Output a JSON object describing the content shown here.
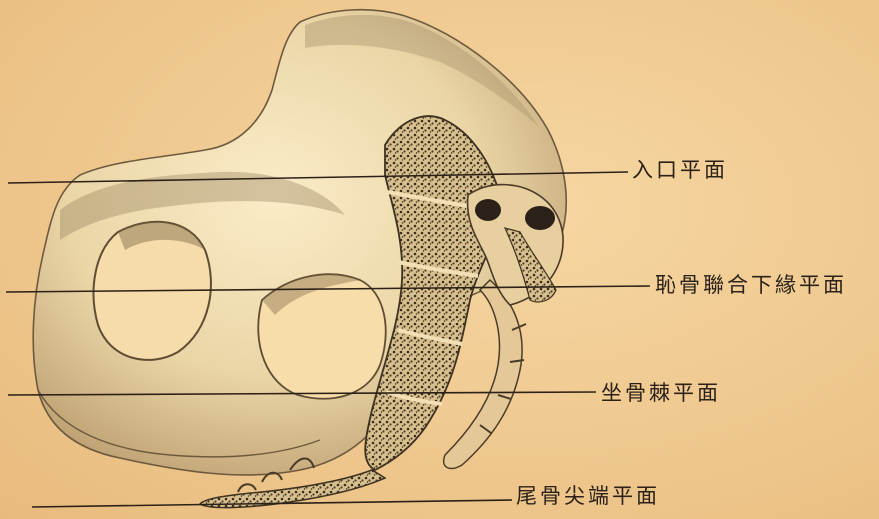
{
  "labels": {
    "inlet_plane": "入口平面",
    "pubic_symphysis_lower_plane": "恥骨聯合下緣平面",
    "ischial_spine_plane": "坐骨棘平面",
    "coccyx_tip_plane": "尾骨尖端平面"
  }
}
